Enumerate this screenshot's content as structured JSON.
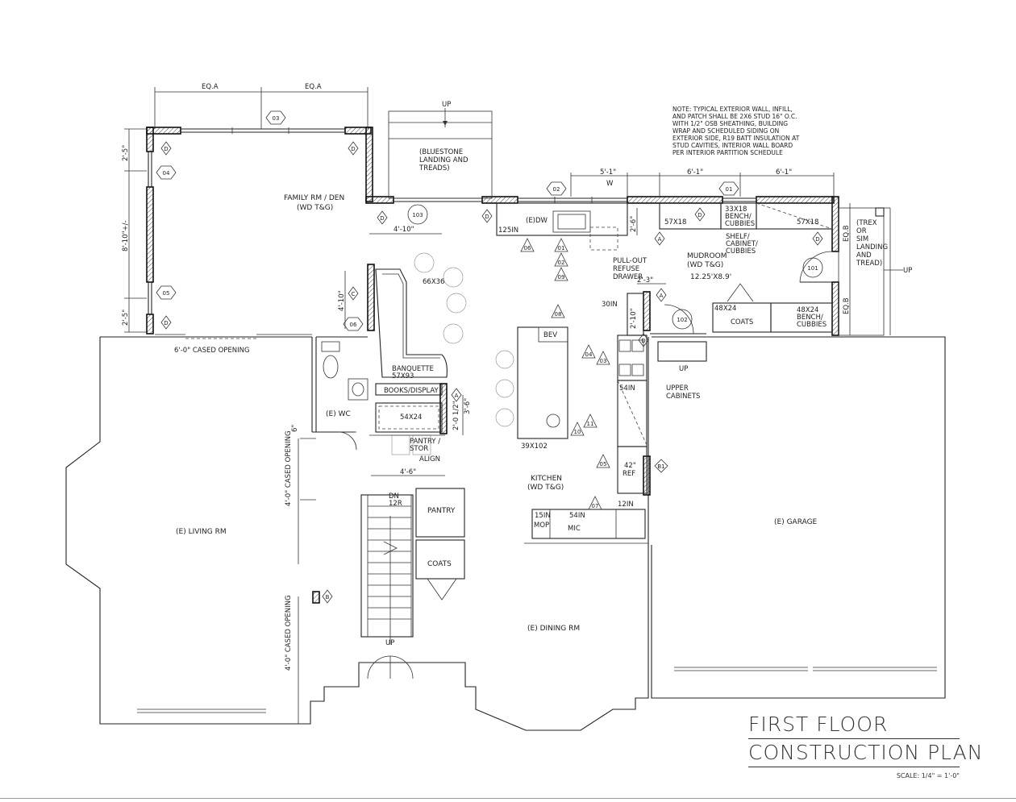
{
  "title": {
    "line1": "FIRST FLOOR",
    "line2": "CONSTRUCTION PLAN",
    "scale": "SCALE: 1/4\" = 1'-0\""
  },
  "note": [
    "NOTE: TYPICAL EXTERIOR WALL, INFILL,",
    "AND PATCH SHALL BE 2X6 STUD 16\" O.C.",
    "WITH 1/2\" OSB SHEATHING, BUILDING",
    "WRAP AND SCHEDULED SIDING ON",
    "EXTERIOR SIDE, R19 BATT INSULATION AT",
    "STUD CAVITIES, INTERIOR WALL BOARD",
    "PER INTERIOR PARTITION SCHEDULE"
  ],
  "rooms": {
    "family": "FAMILY RM / DEN",
    "family_finish": "(WD T&G)",
    "living": "(E) LIVING RM",
    "dining": "(E) DINING RM",
    "garage": "(E) GARAGE",
    "wc": "(E) WC",
    "kitchen": "KITCHEN",
    "kitchen_finish": "(WD T&G)",
    "mudroom": "MUDROOM",
    "mudroom_finish": "(WD T&G)",
    "mudroom_size": "12.25'X8.9'",
    "pantry_top": "PANTRY",
    "coats_stair": "COATS",
    "pantry_stor": "PANTRY /",
    "pantry_stor2": "STOR"
  },
  "labels": {
    "up_landing": "UP",
    "bluestone": [
      "(BLUESTONE",
      "LANDING AND",
      "TREADS)"
    ],
    "trex": [
      "(TREX",
      "OR",
      "SIM",
      "LANDING",
      "AND",
      "TREAD)"
    ],
    "up_east": "UP",
    "up_mud_step": "UP",
    "cased_top": "6'-0\" CASED OPENING",
    "cased_left1": "4'-0\" CASED OPENING",
    "cased_left2": "4'-0\" CASED OPENING",
    "banquette": "BANQUETTE",
    "banquette_size": "57X93",
    "table_size": "66X36",
    "books": "BOOKS/DISPLAY",
    "cab_54x24": "54X24",
    "align": "ALIGN",
    "island_size": "39X102",
    "bev": "BEV",
    "edw": "(E)DW",
    "cab_125": "125IN",
    "pullout": [
      "PULL-OUT",
      "REFUSE",
      "DRAWER"
    ],
    "bench1": "57X18",
    "bench2": "33X18",
    "bench2_sub": [
      "BENCH/",
      "CUBBIES"
    ],
    "bench3": "57X18",
    "shelf": [
      "SHELF/",
      "CABINET/",
      "CUBBIES"
    ],
    "coats_mud": "COATS",
    "coats_size": "48X24",
    "bench4": "48X24",
    "bench4_sub": [
      "BENCH/",
      "CUBBIES"
    ],
    "cab_30": "30IN",
    "cab_54": "54IN",
    "upper": [
      "UPPER",
      "CABINETS"
    ],
    "ref": [
      "42\"",
      "REF"
    ],
    "mop": [
      "15IN",
      "MOP"
    ],
    "mic": [
      "54IN",
      "MIC"
    ],
    "cab_12": "12IN",
    "dn": "DN",
    "r12": "12R",
    "up_stair": "UP",
    "w": "W"
  },
  "dims": {
    "eqa1": "EQ.A",
    "eqa2": "EQ.A",
    "d_4_10_top": "4'-10\"",
    "d_2_5_top": "2'-5\"",
    "d_8_10": "8'-10\"+/-",
    "d_2_5_bot": "2'-5\"",
    "d_4_10_left": "4'-10\"",
    "d_5_1": "5'-1\"",
    "d_6_1a": "6'-1\"",
    "d_6_1b": "6'-1\"",
    "d_2_6": "2'-6\"",
    "d_2_3": "2'-3\"",
    "d_2_10": "2'-10\"",
    "d_3_6": "3'-6\"",
    "d_2_0": "2'-0 1/2\"",
    "d_4_6": "4'-6\"",
    "d_6": "6\"",
    "eqb1": "EQ.B",
    "eqb2": "EQ.B"
  },
  "tags": {
    "t03": "03",
    "t04": "04",
    "t05": "05",
    "t06a": "06",
    "t02a": "02",
    "t01a": "01",
    "t06b": "06",
    "t01b": "01",
    "t02b": "02",
    "t09": "09",
    "t08": "08",
    "t04b": "04",
    "t03b": "03",
    "t10": "10",
    "t11": "11",
    "t05b": "05",
    "t07": "07",
    "r103": "103",
    "r101": "101",
    "r102": "102",
    "dA": "D",
    "dB": "D",
    "dC": "D",
    "dD": "D",
    "dE": "D",
    "dF": "D",
    "dG": "D",
    "dH": "D",
    "aA": "A",
    "aB": "A",
    "aC": "A",
    "cC": "C",
    "bB": "B",
    "bB1": "B1"
  }
}
